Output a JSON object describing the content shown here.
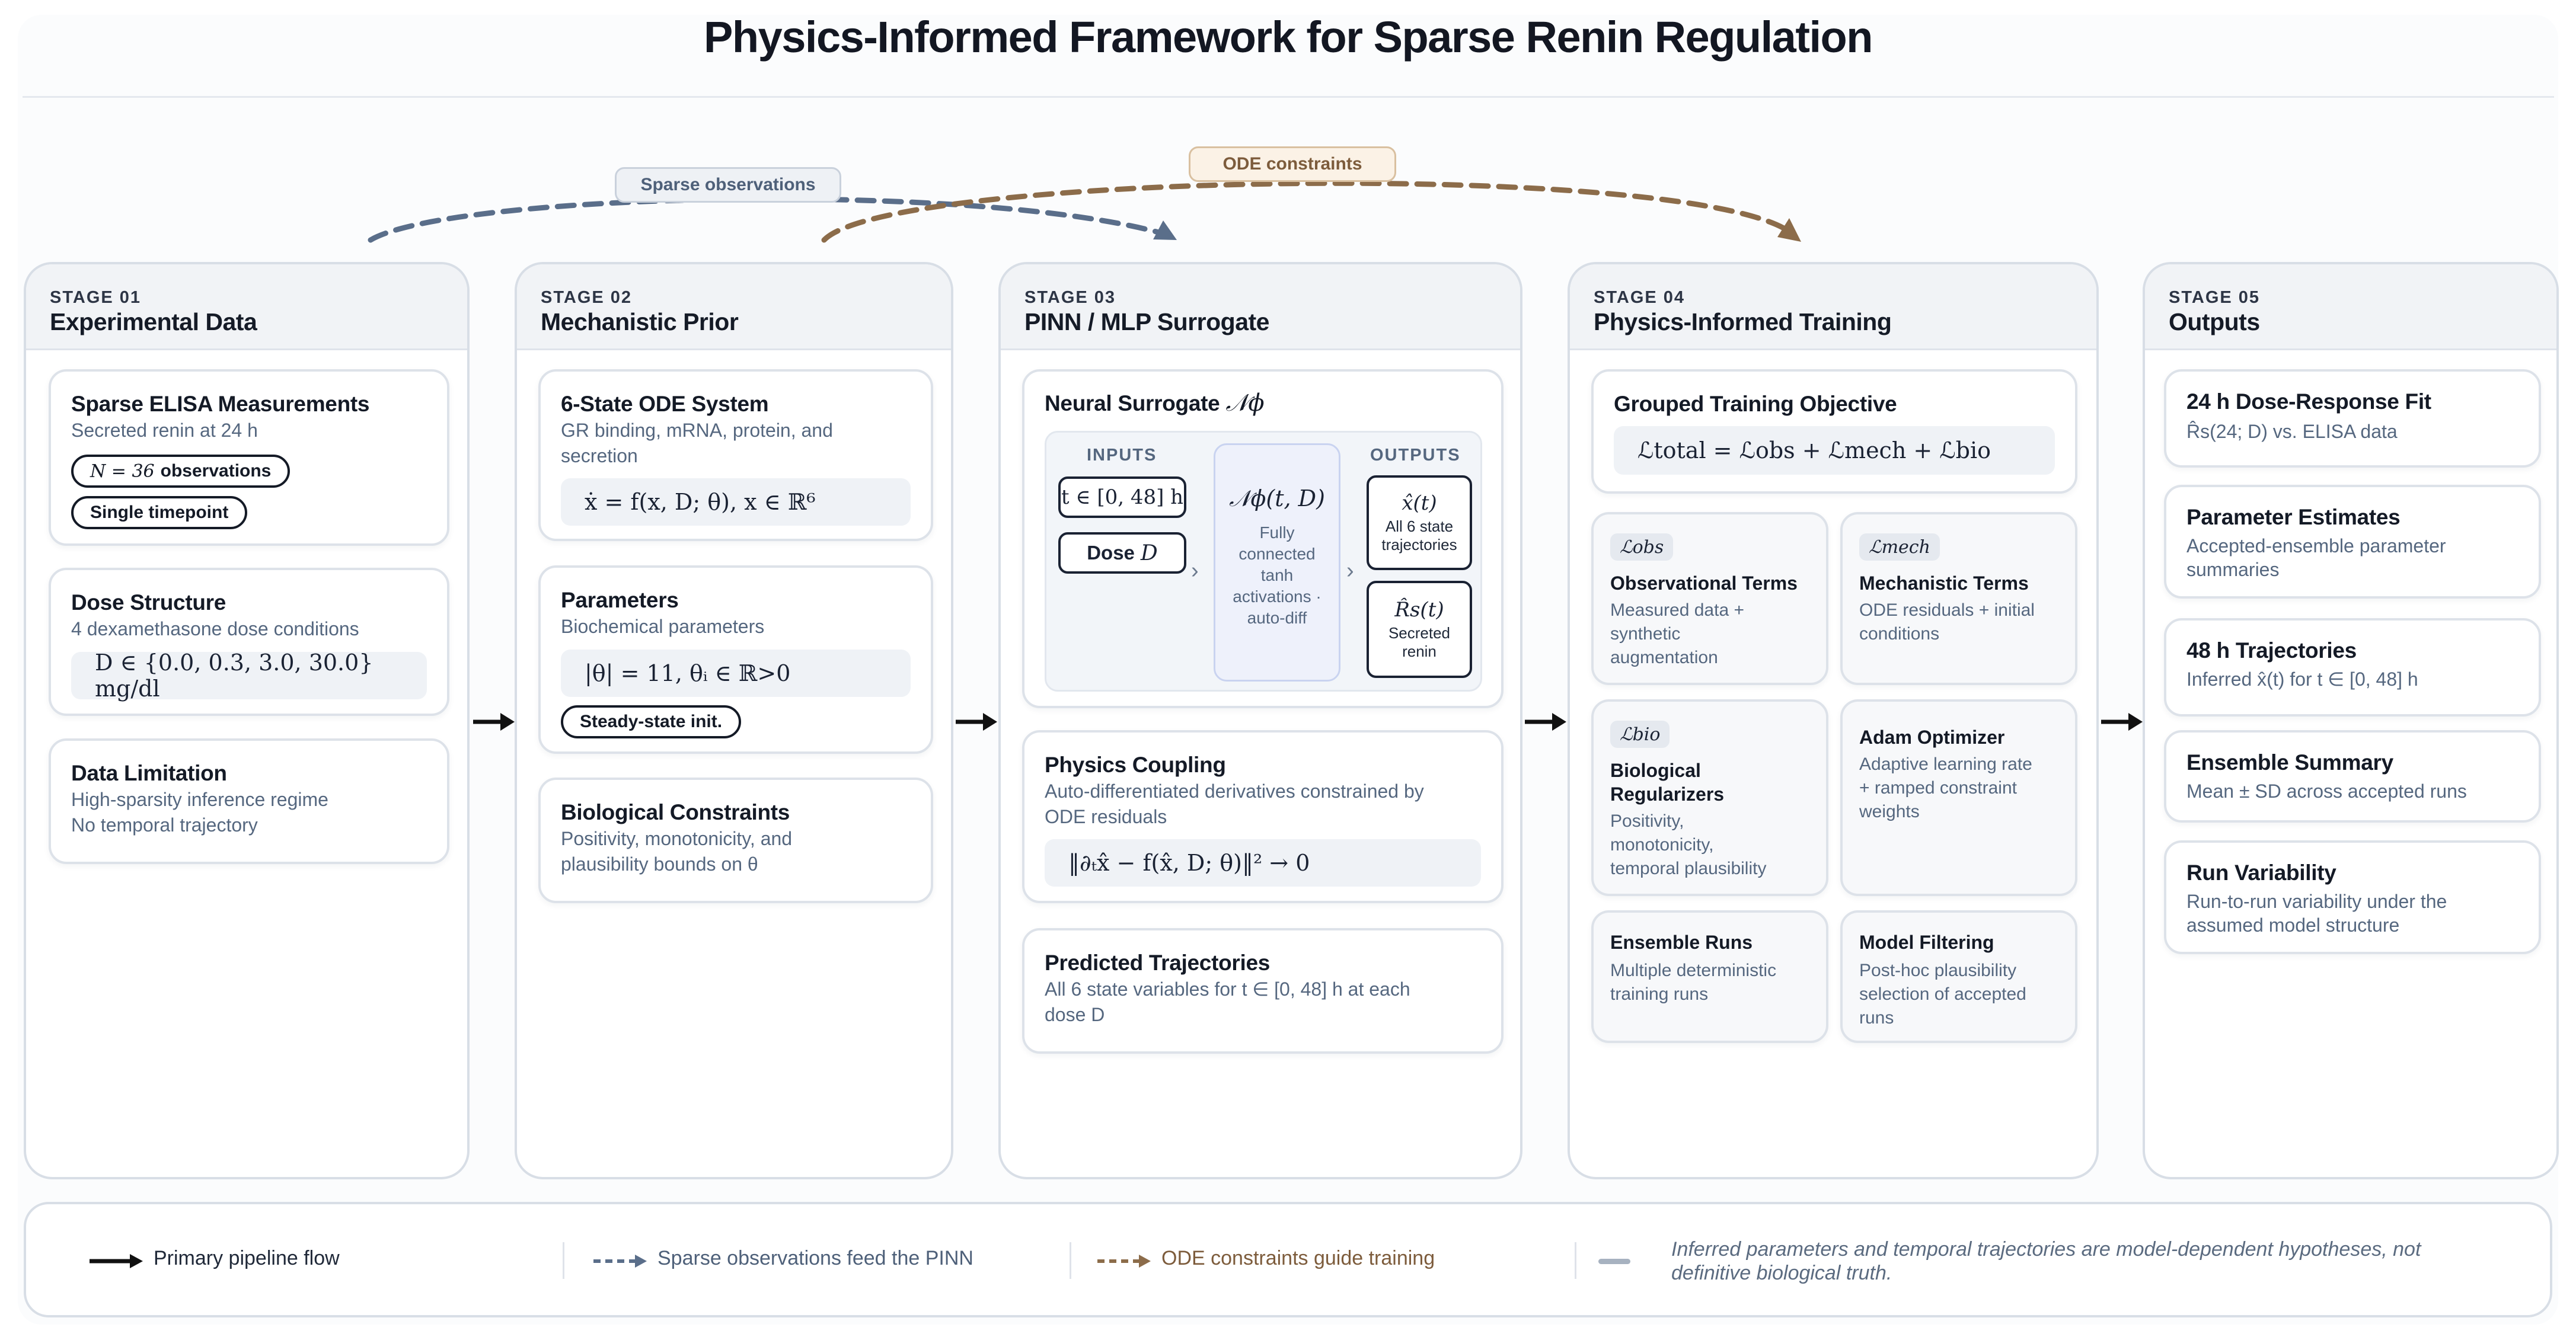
{
  "title": "Physics-Informed Framework for Sparse Renin Regulation",
  "colors": {
    "observation_accent": "#5a6e8a",
    "ode_accent": "#8c6c4a",
    "primary_flow": "#111111"
  },
  "top_labels": {
    "sparse_observations": "Sparse observations",
    "ode_constraints": "ODE constraints"
  },
  "stages": [
    {
      "number": "STAGE 01",
      "name": "Experimental Data",
      "cards": {
        "elisa": {
          "title": "Sparse ELISA Measurements",
          "subtitle": "Secreted renin at 24 h",
          "pill_math": "N = 36",
          "pill_text": "observations",
          "pill2": "Single timepoint"
        },
        "dose": {
          "title": "Dose Structure",
          "subtitle": "4 dexamethasone dose conditions",
          "equation": "D ∈ {0.0,  0.3,  3.0,  30.0} mg/dl"
        },
        "limitation": {
          "title": "Data Limitation",
          "line1": "High-sparsity inference regime",
          "line2": "No temporal trajectory"
        }
      }
    },
    {
      "number": "STAGE 02",
      "name": "Mechanistic Prior",
      "cards": {
        "ode": {
          "title": "6-State ODE System",
          "line1": "GR binding, mRNA, protein, and",
          "line2": "secretion",
          "equation": "ẋ = f(x, D; θ),     x ∈ ℝ⁶"
        },
        "params": {
          "title": "Parameters",
          "subtitle": "Biochemical parameters",
          "equation": "|θ| = 11,     θᵢ ∈ ℝ>0",
          "pill": "Steady-state init."
        },
        "bio": {
          "title": "Biological Constraints",
          "line1": "Positivity, monotonicity, and",
          "line2": "plausibility bounds on θ"
        }
      }
    },
    {
      "number": "STAGE 03",
      "name": "PINN / MLP Surrogate",
      "cards": {
        "neural": {
          "title": "Neural Surrogate",
          "title_math": "𝒩ϕ",
          "inputs_label": "INPUTS",
          "outputs_label": "OUTPUTS",
          "input1": "t ∈ [0, 48] h",
          "input2_text": "Dose",
          "input2_math": "D",
          "center_math": "𝒩ϕ(t, D)",
          "center_lines": [
            "Fully",
            "connected",
            "tanh",
            "activations ·",
            "auto-diff"
          ],
          "output1_math": "x̂(t)",
          "output1_lines": [
            "All 6 state",
            "trajectories"
          ],
          "output2_math": "R̂s(t)",
          "output2_lines": [
            "Secreted",
            "renin"
          ]
        },
        "physics": {
          "title": "Physics Coupling",
          "line1": "Auto-differentiated derivatives constrained by",
          "line2": "ODE residuals",
          "equation": "‖∂ₜx̂ − f(x̂, D; θ)‖² → 0"
        },
        "predicted": {
          "title": "Predicted Trajectories",
          "line1": "All 6 state variables for t ∈ [0, 48] h at each",
          "line2": "dose D"
        }
      }
    },
    {
      "number": "STAGE 04",
      "name": "Physics-Informed Training",
      "cards": {
        "objective": {
          "title": "Grouped Training Objective",
          "equation": "ℒtotal = ℒobs + ℒmech + ℒbio"
        },
        "obs": {
          "badge": "ℒobs",
          "title": "Observational Terms",
          "lines": [
            "Measured data +",
            "synthetic",
            "augmentation"
          ]
        },
        "mech": {
          "badge": "ℒmech",
          "title": "Mechanistic Terms",
          "lines": [
            "ODE residuals + initial",
            "conditions"
          ]
        },
        "bio": {
          "badge": "ℒbio",
          "title_lines": [
            "Biological",
            "Regularizers"
          ],
          "lines": [
            "Positivity,",
            "monotonicity,",
            "temporal plausibility"
          ]
        },
        "adam": {
          "title": "Adam Optimizer",
          "lines": [
            "Adaptive learning rate",
            "+ ramped constraint",
            "weights"
          ]
        },
        "ensemble": {
          "title": "Ensemble Runs",
          "lines": [
            "Multiple deterministic",
            "training runs"
          ]
        },
        "filtering": {
          "title": "Model Filtering",
          "lines": [
            "Post-hoc plausibility",
            "selection of accepted",
            "runs"
          ]
        }
      }
    },
    {
      "number": "STAGE 05",
      "name": "Outputs",
      "cards": {
        "fit": {
          "title": "24 h Dose-Response Fit",
          "subtitle": "R̂s(24; D) vs. ELISA data"
        },
        "estimates": {
          "title": "Parameter Estimates",
          "lines": [
            "Accepted-ensemble parameter",
            "summaries"
          ]
        },
        "trajectories": {
          "title": "48 h Trajectories",
          "subtitle": "Inferred x̂(t) for t ∈ [0, 48] h"
        },
        "summary": {
          "title": "Ensemble Summary",
          "subtitle": "Mean ± SD across accepted runs"
        },
        "variability": {
          "title": "Run Variability",
          "lines": [
            "Run-to-run variability under the",
            "assumed model structure"
          ]
        }
      }
    }
  ],
  "legend": {
    "primary": "Primary pipeline flow",
    "sparse": "Sparse observations feed the PINN",
    "ode": "ODE constraints guide training",
    "note": "Inferred parameters and temporal trajectories are model-dependent hypotheses, not definitive biological truth."
  }
}
